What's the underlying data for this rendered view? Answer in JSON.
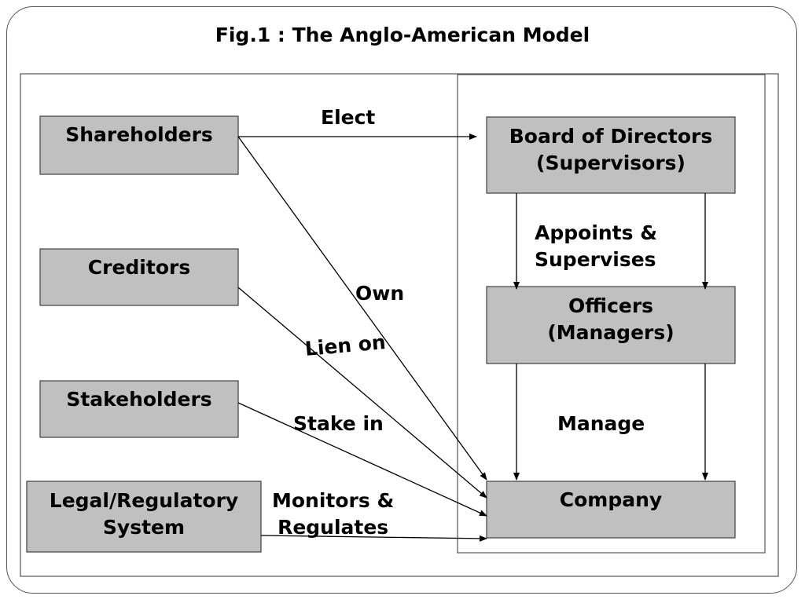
{
  "title": "Fig.1 : The Anglo-American Model",
  "colors": {
    "box_fill": "#c0c0c0",
    "box_border": "#404040",
    "line": "#000000"
  },
  "boxes": {
    "shareholders": "Shareholders",
    "creditors": "Creditors",
    "stakeholders": "Stakeholders",
    "legal_line1": "Legal/Regulatory",
    "legal_line2": "System",
    "board_line1": "Board of Directors",
    "board_line2": "(Supervisors)",
    "officers_line1": "Officers",
    "officers_line2": "(Managers)",
    "company": "Company"
  },
  "labels": {
    "elect": "Elect",
    "appoints_line1": "Appoints &",
    "appoints_line2": "Supervises",
    "own": "Own",
    "lien_on": "Lien on",
    "stake_in": "Stake in",
    "manage": "Manage",
    "monitors_line1": "Monitors &",
    "monitors_line2": "Regulates"
  }
}
